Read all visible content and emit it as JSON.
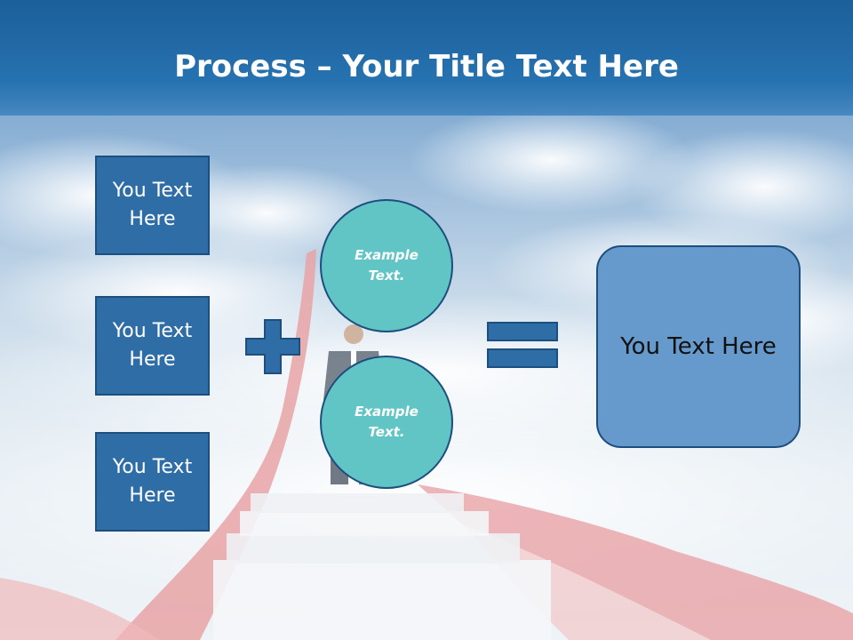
{
  "title": {
    "bold": "Process",
    "rest": " – Your Title Text Here"
  },
  "left_boxes": [
    {
      "label": "You Text Here"
    },
    {
      "label": "You Text Here"
    },
    {
      "label": "You Text Here"
    }
  ],
  "circles": [
    {
      "label": "Example Text."
    },
    {
      "label": "Example Text."
    }
  ],
  "result_box": {
    "label": "You Text Here"
  },
  "icons": {
    "plus": "plus-icon",
    "equals": "equals-icon"
  },
  "colors": {
    "header": "#2672b0",
    "box_fill": "#2f6da6",
    "box_border": "#1c4e7e",
    "circle_fill": "#62c5c5",
    "result_fill": "#6699cc",
    "stair_rail": "#e89a9e"
  }
}
